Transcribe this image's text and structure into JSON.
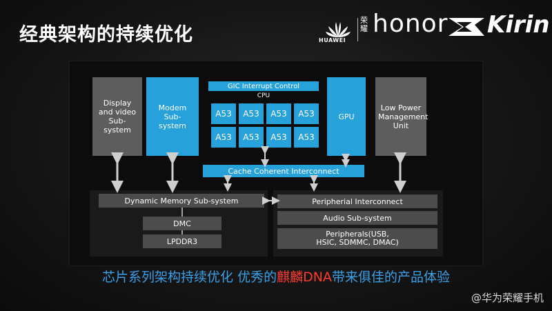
{
  "slide": {
    "title": "经典架构的持续优化",
    "caption_part1": "芯片系列架构持续优化  优秀的",
    "caption_red": "麒麟DNA",
    "caption_part2": "带来俱佳的产品体验",
    "watermark": "@华为荣耀手机"
  },
  "logos": {
    "huawei": "HUAWEI",
    "rongyao": "荣耀",
    "honor": "honor",
    "kirin": "Kirin"
  },
  "blocks": {
    "display": "Display and video Sub-system",
    "modem": "Modem Sub-system",
    "gic": "GIC Interrupt Control",
    "cpu": "CPU",
    "cores": [
      "A53",
      "A53",
      "A53",
      "A53",
      "A53",
      "A53",
      "A53",
      "A53"
    ],
    "gpu": "GPU",
    "lpmu": "Low Power Management Unit",
    "cci": "Cache Coherent Interconnect",
    "dms": "Dynamic Memory Sub-system",
    "dmc": "DMC",
    "lpddr": "LPDDR3",
    "peri_ic": "Peripherial Interconnect",
    "audio": "Audio Sub-system",
    "peripherals": "Peripherals(USB, HSIC, SDMMC, DMAC)"
  },
  "colors": {
    "accent_blue": "#27a1d9",
    "block_gray": "#5d5d5d",
    "caption_blue": "#3aa0e8",
    "caption_red": "#ff3b30"
  }
}
